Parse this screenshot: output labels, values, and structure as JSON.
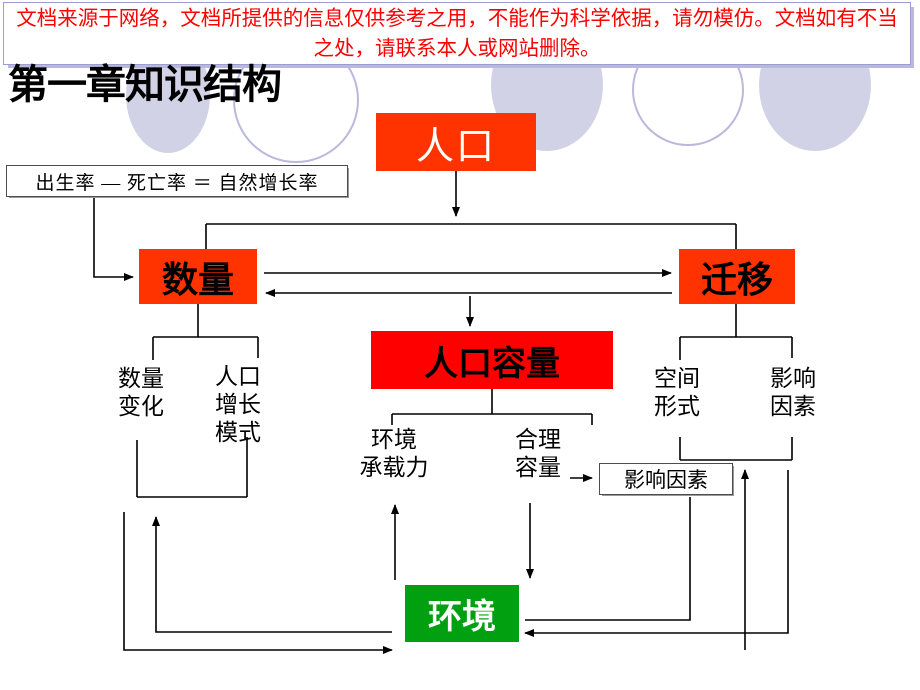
{
  "notice": {
    "text": "文档来源于网络，文档所提供的信息仅供参考之用，不能作为科学依据，请勿模仿。文档如有不当之处，请联系本人或网站删除。",
    "color": "#ff0000"
  },
  "title": "第一章知识结构",
  "colors": {
    "population_box": "#ff3300",
    "capacity_box": "#ff0000",
    "environment_box": "#00a010",
    "notice_text": "#ff0000",
    "deco_ellipse_fill": "#d2d2e6",
    "deco_ellipse_stroke": "#b6b6dc",
    "connector": "#000000"
  },
  "nodes": {
    "population": "人口",
    "quantity": "数量",
    "migration": "迁移",
    "capacity": "人口容量",
    "environment": "环境"
  },
  "boxes": {
    "formula": "出生率 — 死亡率 ＝ 自然增长率",
    "influence_factors": "影响因素"
  },
  "labels": {
    "quantity_change": "数量\n变化",
    "growth_mode": "人口\n增长\n模式",
    "carrying_capacity": "环境\n承载力",
    "reasonable_capacity": "合理\n容量",
    "spatial_form": "空间\n形式",
    "influence_factors": "影响\n因素"
  }
}
